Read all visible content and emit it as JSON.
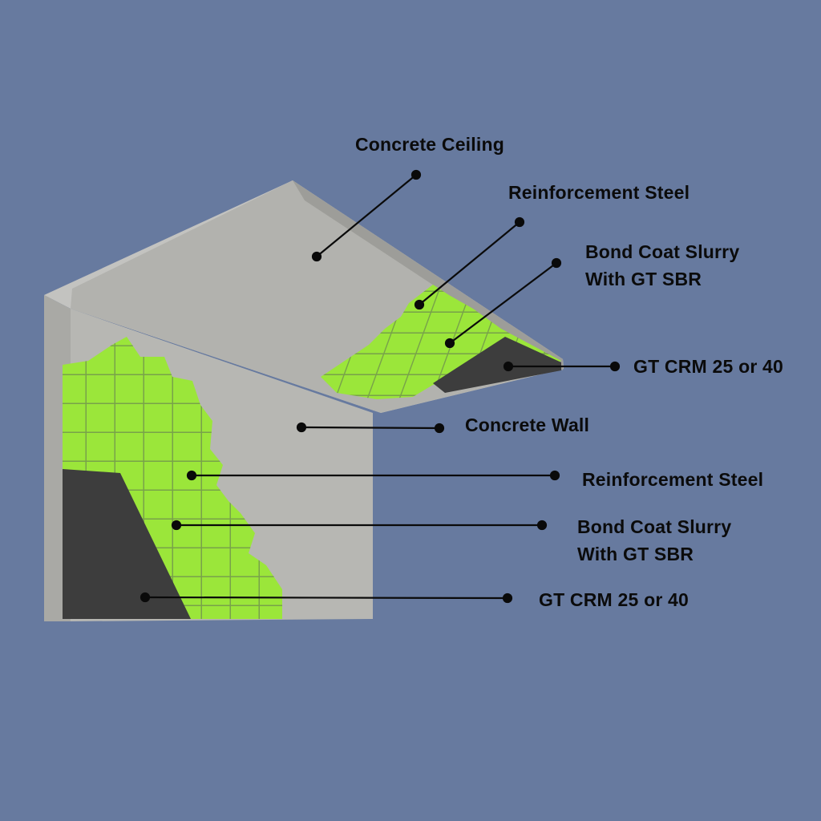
{
  "colors": {
    "background": "#677a9f",
    "concrete": "#b9b9b6",
    "bond_coat": "#9be63a",
    "crm": "#3f3f3f",
    "leader": "#0a0a0a"
  },
  "labels": {
    "ceiling": {
      "text": "Concrete Ceiling"
    },
    "ceiling_steel": {
      "text": "Reinforcement Steel"
    },
    "ceiling_bond": {
      "line1": "Bond Coat Slurry",
      "line2": "With GT SBR"
    },
    "ceiling_crm": {
      "text": "GT CRM 25 or 40"
    },
    "wall": {
      "text": "Concrete Wall"
    },
    "wall_steel": {
      "text": "Reinforcement Steel"
    },
    "wall_bond": {
      "line1": "Bond Coat Slurry",
      "line2": "With GT SBR"
    },
    "wall_crm": {
      "text": "GT CRM 25 or 40"
    }
  }
}
